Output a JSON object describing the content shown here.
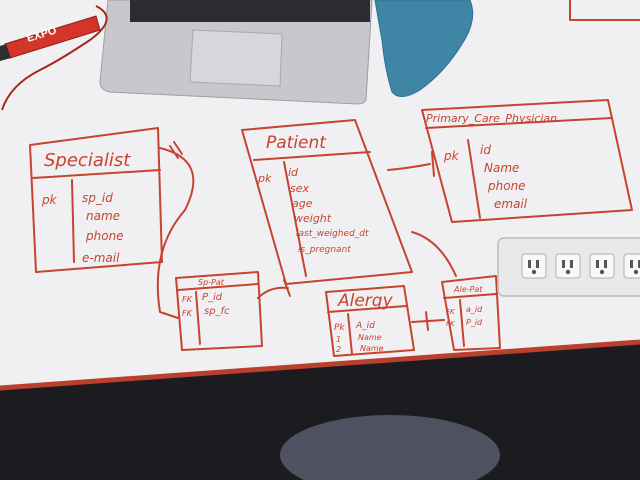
{
  "colors": {
    "marker_ink": "#c8432f",
    "board": "#f2f2f4",
    "laptop": "#c9cacd",
    "cloth": "#3f86a6",
    "floor": "#2a2a2e"
  },
  "marker": {
    "brand": "EXPO"
  },
  "entities": {
    "specialist": {
      "title": "Specialist",
      "key": "pk",
      "fields": [
        "sp_id",
        "name",
        "phone",
        "e-mail"
      ]
    },
    "patient": {
      "title": "Patient",
      "key": "pk",
      "fields": [
        "id",
        "sex",
        "age",
        "weight",
        "last_weighed_dt",
        "is_pregnant"
      ]
    },
    "physician": {
      "title": "Primary_Care_Physician",
      "key": "pk",
      "fields": [
        "id",
        "Name",
        "phone",
        "email"
      ]
    },
    "sp_pat": {
      "title": "Sp-Pat",
      "keys": [
        "FK",
        "FK"
      ],
      "fields": [
        "P_id",
        "sp_fc"
      ]
    },
    "allergy": {
      "title": "Alergy",
      "keys": [
        "Pk",
        "1",
        "2"
      ],
      "fields": [
        "A_id",
        "Name",
        "Name"
      ]
    },
    "al_pat": {
      "title": "Ale-Pat",
      "keys": [
        "FK",
        "FK"
      ],
      "fields": [
        "a_id",
        "P_id"
      ]
    }
  },
  "outlet": {
    "count": 4
  }
}
